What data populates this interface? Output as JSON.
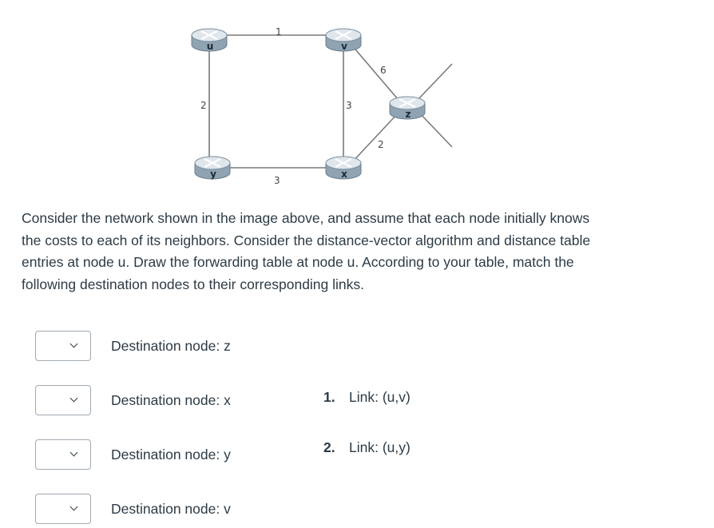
{
  "diagram": {
    "nodes": [
      {
        "id": "u",
        "label": "u"
      },
      {
        "id": "v",
        "label": "v"
      },
      {
        "id": "y",
        "label": "y"
      },
      {
        "id": "x",
        "label": "x"
      },
      {
        "id": "z",
        "label": "z"
      }
    ],
    "edges": [
      {
        "from": "u",
        "to": "v",
        "cost": "1"
      },
      {
        "from": "u",
        "to": "y",
        "cost": "2"
      },
      {
        "from": "y",
        "to": "x",
        "cost": "3"
      },
      {
        "from": "v",
        "to": "x",
        "cost": "3"
      },
      {
        "from": "v",
        "to": "z",
        "cost": "6"
      },
      {
        "from": "x",
        "to": "z",
        "cost": "2"
      }
    ]
  },
  "question": {
    "text": "Consider the network shown in the image above, and assume that each node initially knows the costs to each of its neighbors. Consider the distance-vector algorithm and distance table entries at node u. Draw the forwarding table at node u.  According to your table, match the following destination nodes to their corresponding links."
  },
  "matches": [
    {
      "label": "Destination node: z",
      "selected": ""
    },
    {
      "label": "Destination node: x",
      "selected": ""
    },
    {
      "label": "Destination node: y",
      "selected": ""
    },
    {
      "label": "Destination node: v",
      "selected": ""
    }
  ],
  "answers": [
    {
      "number": "1.",
      "label": "Link: (u,v)"
    },
    {
      "number": "2.",
      "label": "Link: (u,y)"
    }
  ]
}
